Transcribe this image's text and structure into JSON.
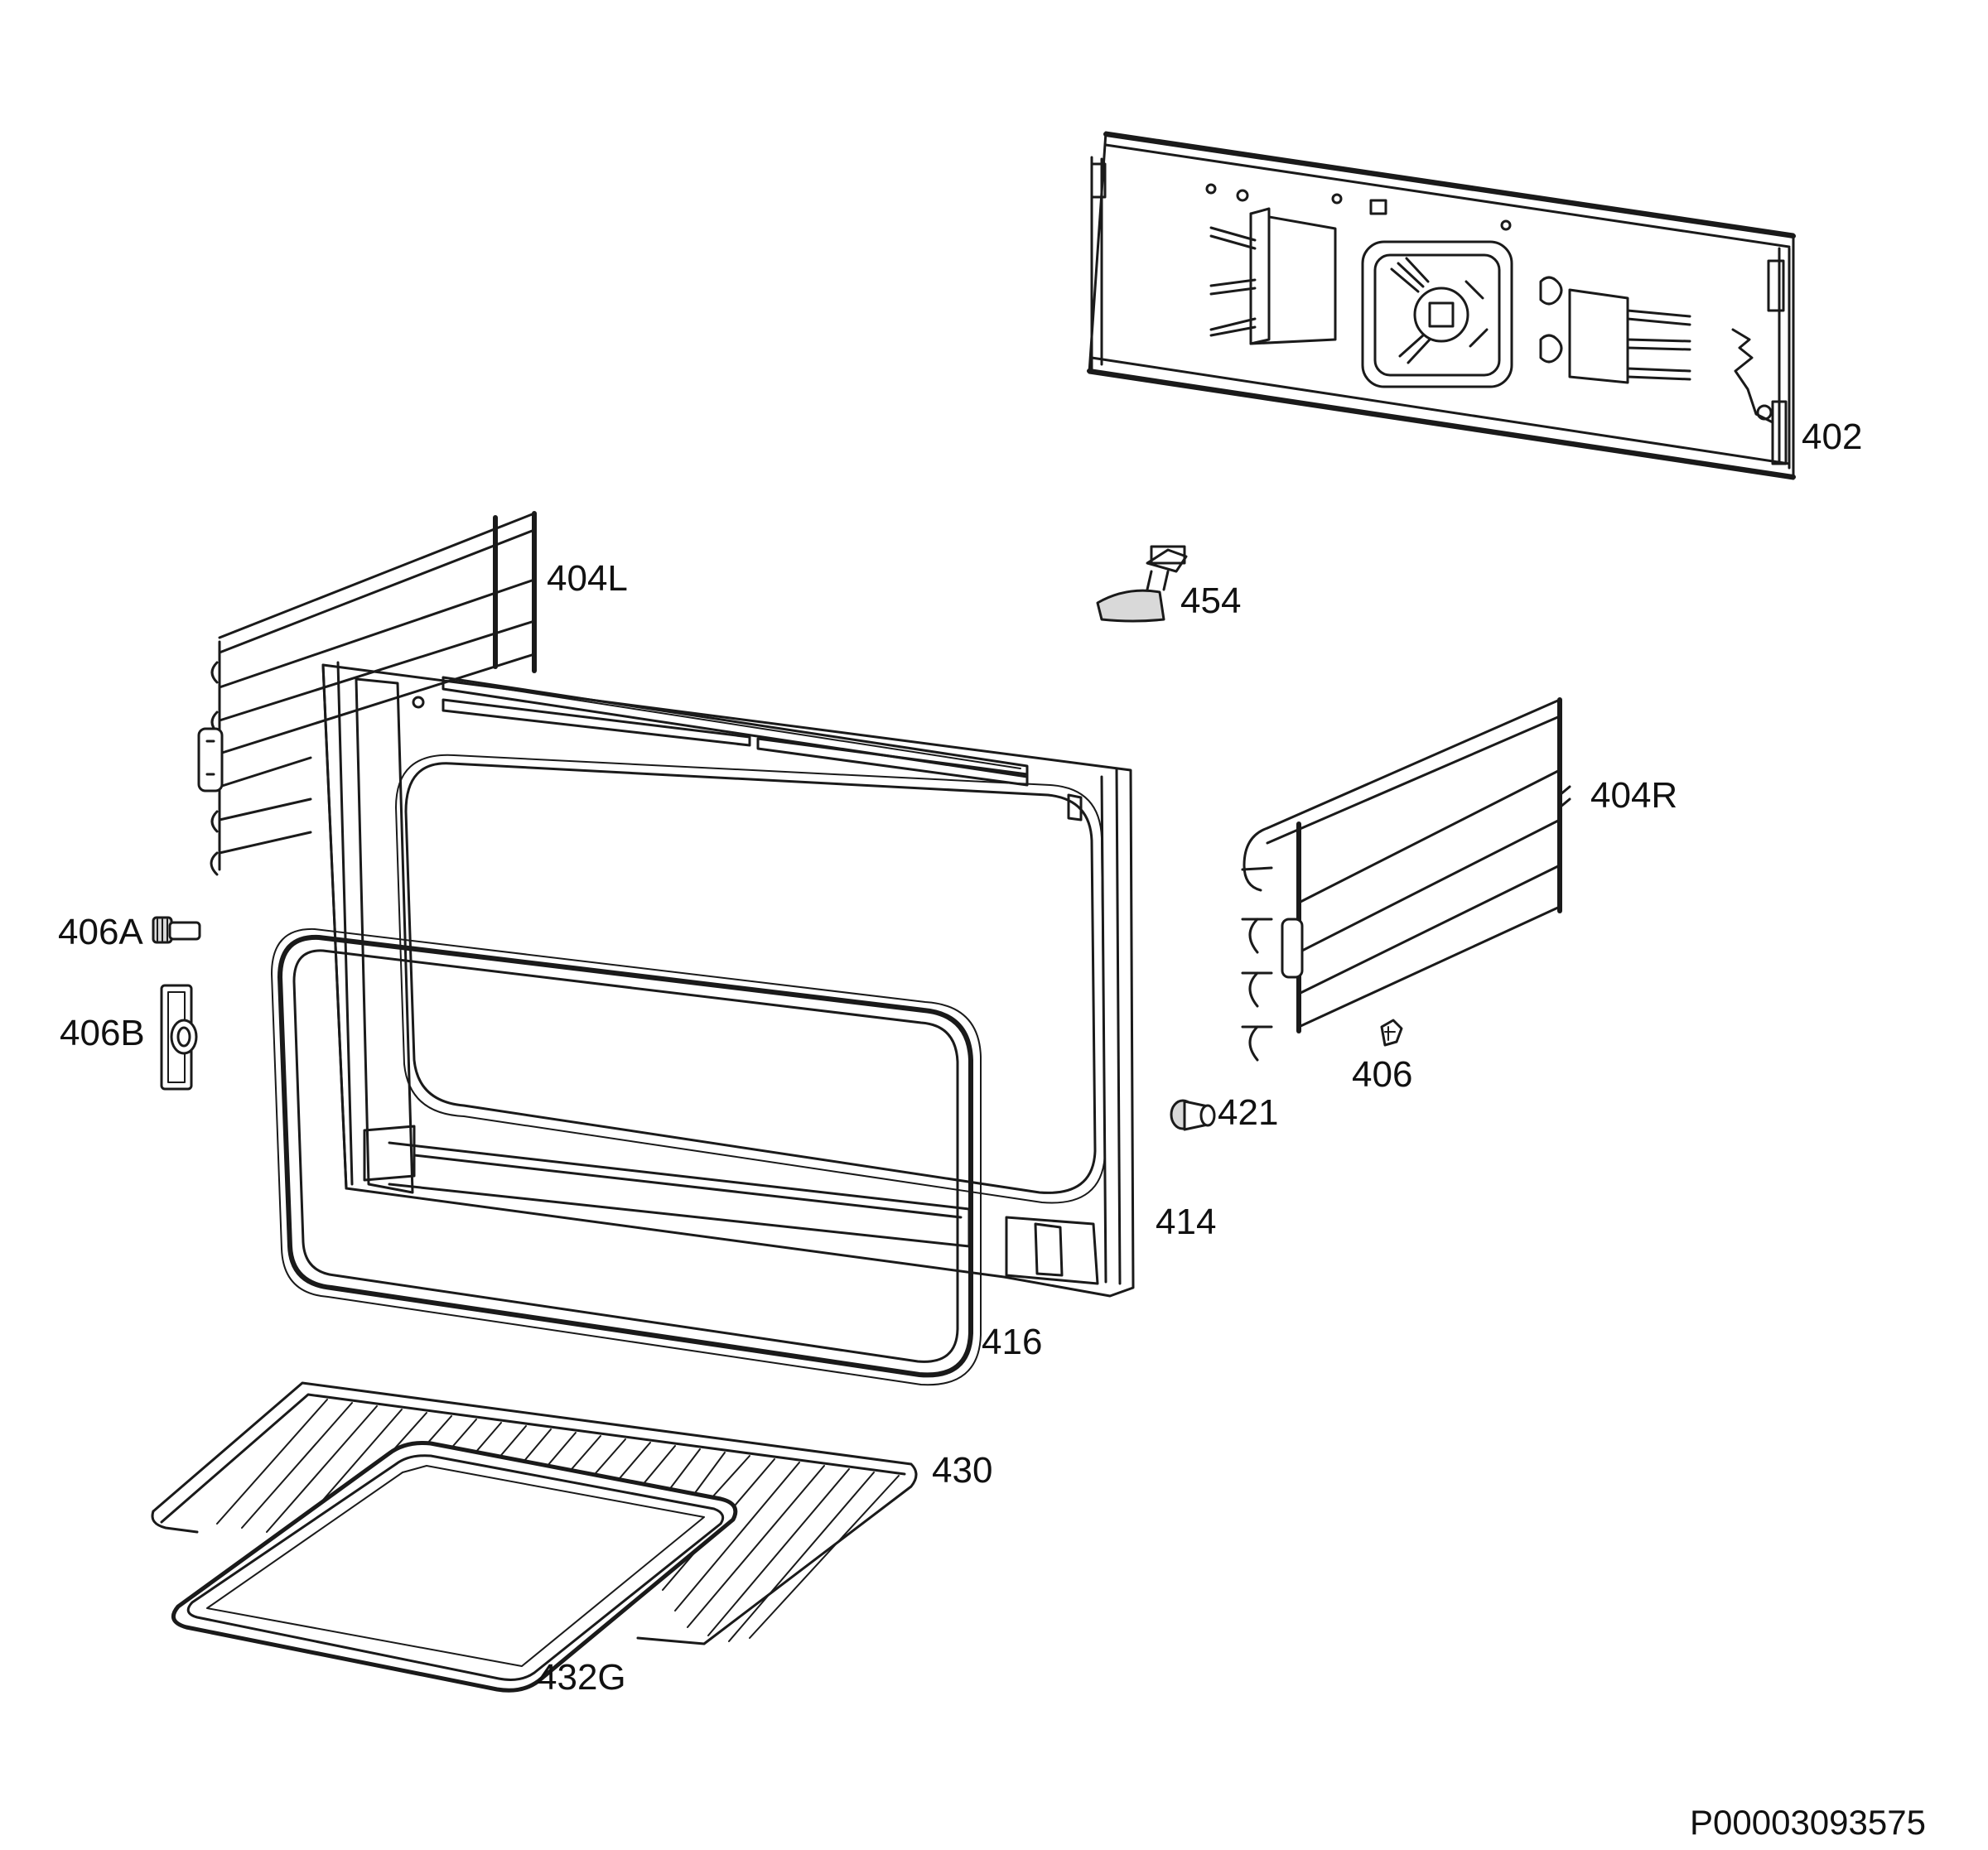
{
  "diagram": {
    "document_id": "P00003093575",
    "part_labels": {
      "p402": "402",
      "p454": "454",
      "p404L": "404L",
      "p404R": "404R",
      "p406A": "406A",
      "p406B": "406B",
      "p406": "406",
      "p421": "421",
      "p414": "414",
      "p416": "416",
      "p430": "430",
      "p432G": "432G"
    }
  }
}
